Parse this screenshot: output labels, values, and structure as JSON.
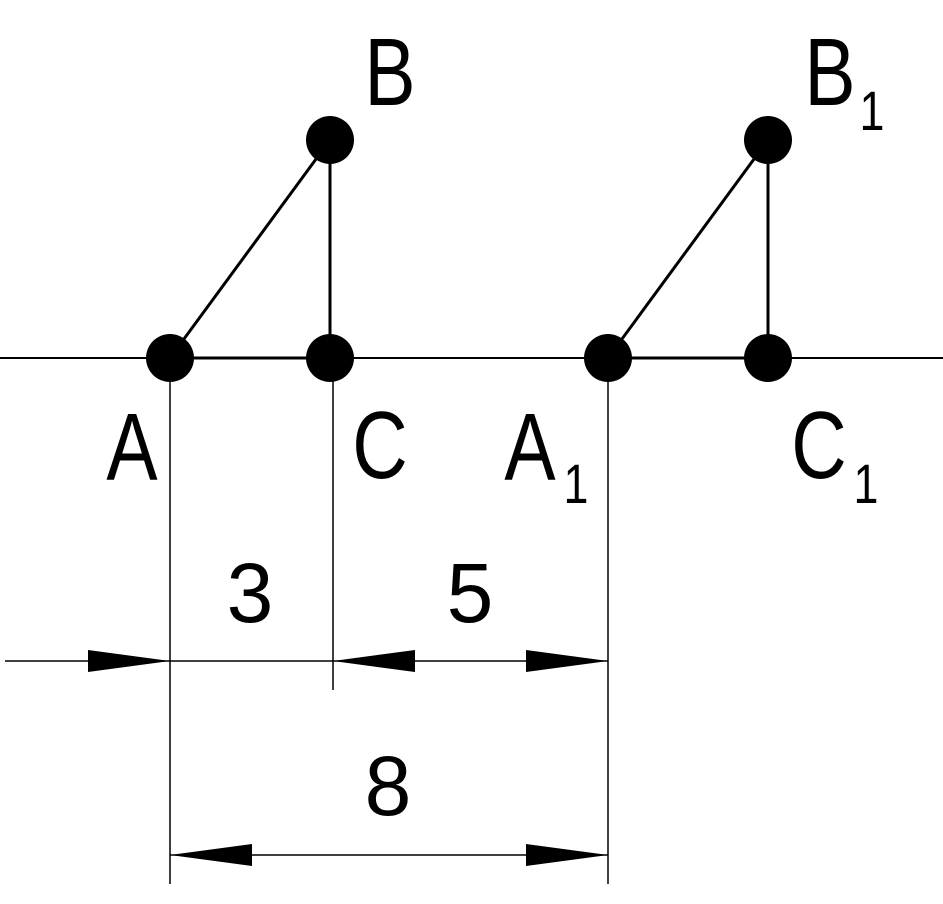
{
  "points": {
    "A": {
      "label": "A"
    },
    "B": {
      "label": "B"
    },
    "C": {
      "label": "C"
    },
    "A1": {
      "label": "A",
      "subscript": "1"
    },
    "B1": {
      "label": "B",
      "subscript": "1"
    },
    "C1": {
      "label": "C",
      "subscript": "1"
    }
  },
  "dimensions": {
    "AC": "3",
    "CA1": "5",
    "AA1": "8"
  },
  "colors": {
    "ink": "#000000",
    "background": "#ffffff"
  }
}
